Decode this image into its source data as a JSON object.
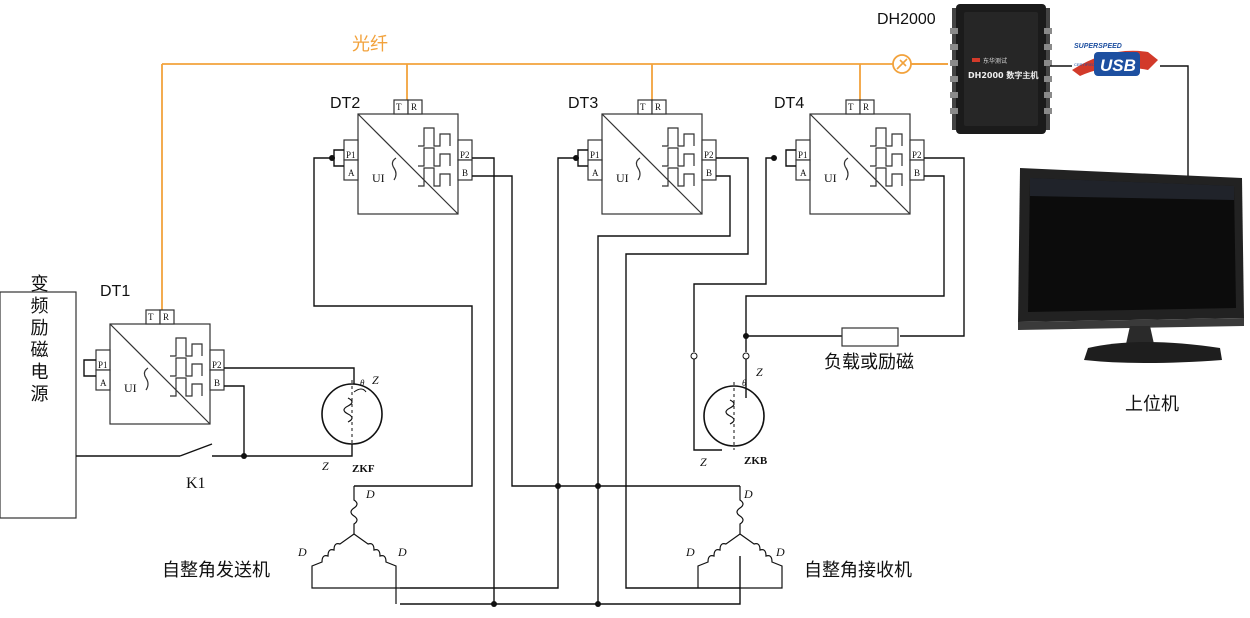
{
  "labels": {
    "fiber": "光纤",
    "dh2000": "DH2000",
    "dt1": "DT1",
    "dt2": "DT2",
    "dt3": "DT3",
    "dt4": "DT4",
    "power_source": "变频励磁电源",
    "k1": "K1",
    "transmitter": "自整角发送机",
    "receiver": "自整角接收机",
    "load": "负载或励磁",
    "host": "上位机",
    "zkf": "ZKF",
    "zkb": "ZKB",
    "z1": "Z",
    "z2": "Z",
    "z1p": "Z",
    "z2p": "Z",
    "theta1": "θ",
    "theta2": "θ",
    "d1": "D",
    "d2": "D",
    "d3": "D",
    "d1p": "D",
    "d2p": "D",
    "d3p": "D",
    "device_brand": "东华测试",
    "device_model": "DH2000 数字主机",
    "usb_top": "SUPERSPEED",
    "usb_main": "USB",
    "usb_small": "CERTIFIED",
    "sensor_t": "T",
    "sensor_r": "R",
    "sensor_p1": "P1",
    "sensor_p2": "P2",
    "sensor_a": "A",
    "sensor_b": "B",
    "sensor_ui": "UI"
  },
  "colors": {
    "fiber": "#f2a23c",
    "wire": "#111111",
    "device": "#1b1b1b",
    "usb_blue": "#1d4fa0",
    "usb_red": "#d23a2a"
  }
}
